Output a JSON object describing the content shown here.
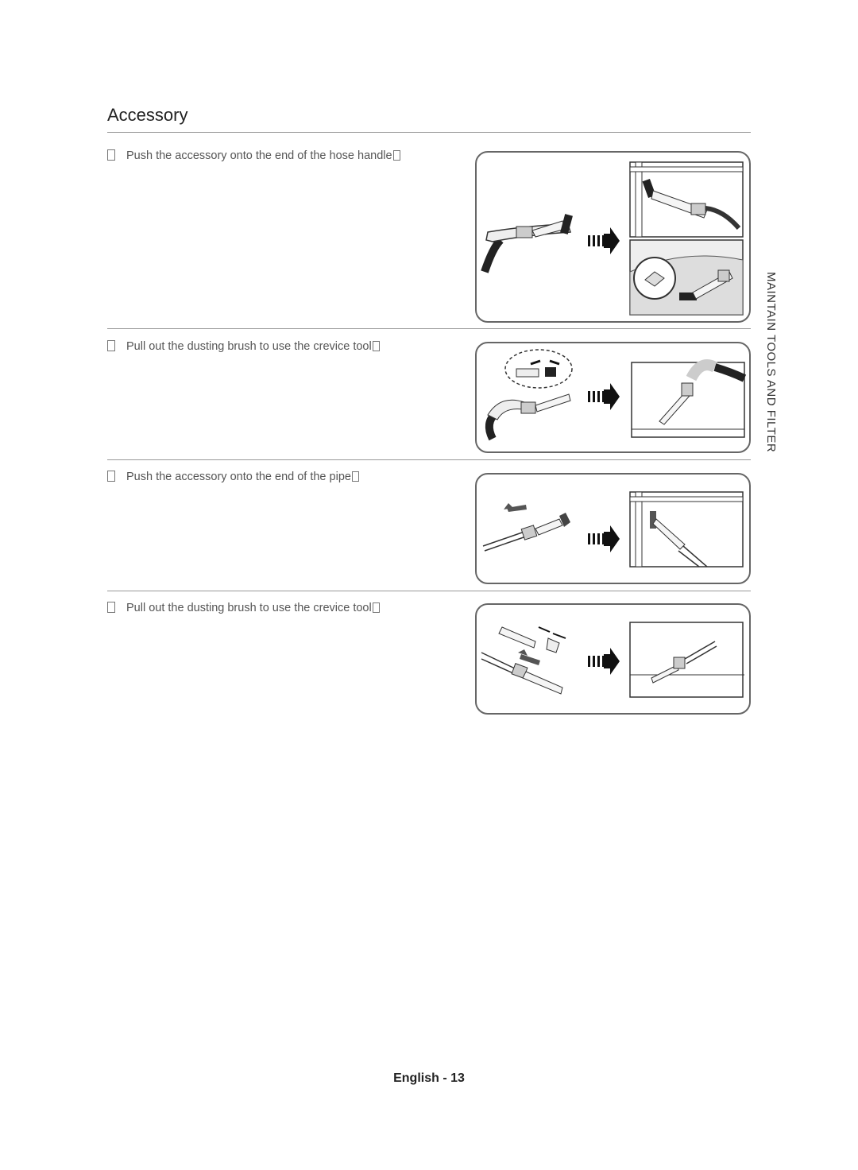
{
  "section": {
    "title": "Accessory"
  },
  "steps": [
    {
      "text": "Push the accessory onto the end of the hose handle"
    },
    {
      "text": "Pull out the dusting brush to use the crevice tool"
    },
    {
      "text": "Push the accessory onto the end of the pipe"
    },
    {
      "text": "Pull out the dusting brush to use the crevice tool"
    }
  ],
  "sidebar": {
    "label": "MAINTAIN TOOLS AND FILTER"
  },
  "footer": {
    "page_label": "English - 13"
  }
}
